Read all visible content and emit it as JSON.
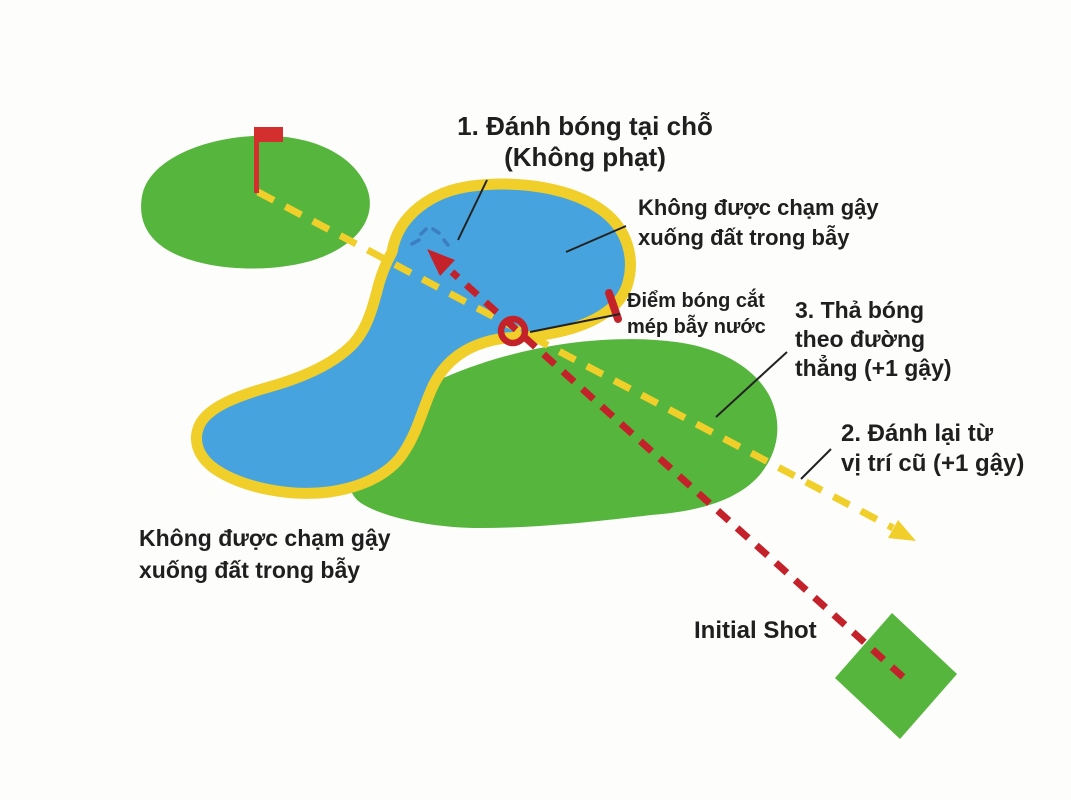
{
  "title": "Golf water hazard relief rules diagram",
  "colors": {
    "green": "#56b53d",
    "water": "#47a3dd",
    "hazard_border": "#f0cf2b",
    "red_line": "#c4222a",
    "red_bright": "#d32f2f",
    "splash": "#3b7ec2",
    "text": "#1f1f1f",
    "leader": "#222222",
    "background": "#fdfdfb"
  },
  "labels": {
    "option1": "1. Đánh bóng tại chỗ\n(Không phạt)",
    "no_ground_club_top": "Không được chạm gậy\nxuống đất trong bẫy",
    "crossing_point": "Điểm bóng cắt\nmép bẫy nước",
    "option3": "3. Thả bóng\ntheo đường\nthẳng (+1 gậy)",
    "option2": "2. Đánh lại từ\nvị trí cũ (+1 gậy)",
    "no_ground_club_bottom": "Không được chạm gậy\nxuống đất trong bẫy",
    "initial_shot": "Initial Shot"
  },
  "legend": {
    "red_dashed_line": "initial shot path into water hazard",
    "yellow_dashed_line": "line from flag through crossing point for drop / replay",
    "red_ring": "point where ball crossed hazard edge",
    "green_diamond": "tee box",
    "flag": "putting green flag"
  }
}
